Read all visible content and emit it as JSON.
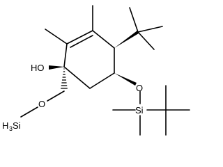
{
  "labels": {
    "hydroxyl": "HO",
    "ether_oxygen": "O",
    "silyl_oxygen": "O",
    "silicon": "Si",
    "silane_h": "H",
    "silane_subscript": "3",
    "silane_si": "Si"
  }
}
